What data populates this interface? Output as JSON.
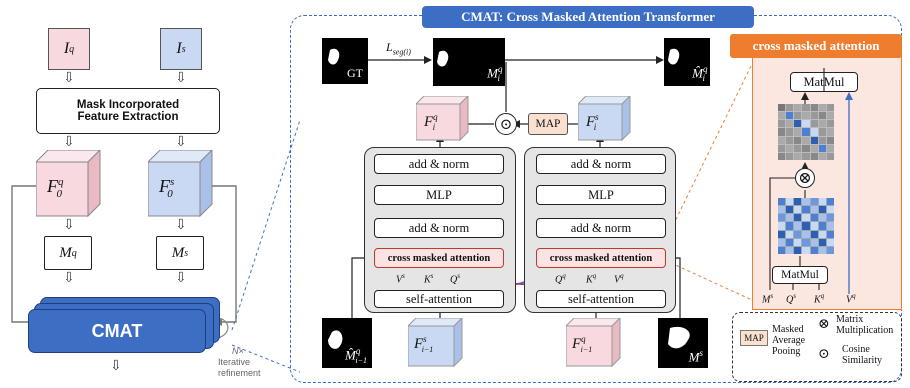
{
  "left": {
    "inputs": [
      {
        "label": "I",
        "sup": "q"
      },
      {
        "label": "I",
        "sup": "s"
      }
    ],
    "extraction": {
      "line1": "Mask Incorporated",
      "line2": "Feature Extraction"
    },
    "features": [
      {
        "label": "F",
        "sub": "0",
        "sup": "q"
      },
      {
        "label": "F",
        "sub": "0",
        "sup": "s"
      }
    ],
    "masks": [
      {
        "label": "M",
        "sup": "q"
      },
      {
        "label": "M",
        "sup": "s"
      }
    ],
    "cmat_label": "CMAT",
    "loop": {
      "count": "N×",
      "line1": "Iterative",
      "line2": "refinement"
    }
  },
  "cmat_panel": {
    "title": "CMAT: Cross Masked Attention Transformer",
    "gt_label": "GT",
    "loss_label": "L",
    "loss_sub": "seg(i)",
    "pred_mask": {
      "label": "M",
      "sub": "i",
      "sup": "q"
    },
    "refined_mask": {
      "label": "M̂",
      "sub": "i",
      "sup": "q"
    },
    "fiq": {
      "label": "F",
      "sub": "i",
      "sup": "q"
    },
    "fis": {
      "label": "F",
      "sub": "i",
      "sup": "s"
    },
    "map_label": "MAP",
    "dot_symbol": "⊙",
    "block_labels": {
      "add_norm": "add & norm",
      "mlp": "MLP",
      "cross": "cross masked attention",
      "self_attn": "self-attention"
    },
    "left_qkv": [
      "V",
      "K",
      "Q"
    ],
    "left_qkv_sup": [
      "s",
      "s",
      "s"
    ],
    "right_qkv": [
      "Q",
      "K",
      "V"
    ],
    "right_qkv_sup": [
      "q",
      "q",
      "q"
    ],
    "bottom": {
      "mask_prev": {
        "label": "M̂",
        "sub": "i−1",
        "sup": "q"
      },
      "fs_prev": {
        "label": "F",
        "sub": "i−1",
        "sup": "s"
      },
      "fq_prev": {
        "label": "F",
        "sub": "i−1",
        "sup": "q"
      },
      "ms": {
        "label": "M",
        "sup": "s"
      }
    }
  },
  "cma_panel": {
    "title": "cross masked attention",
    "matmul_top": "MatMul",
    "matmul_bottom": "MatMul",
    "otimes": "⊗",
    "inputs": [
      {
        "label": "M",
        "sup": "s"
      },
      {
        "label": "Q",
        "sup": "s"
      },
      {
        "label": "K",
        "sup": "q"
      },
      {
        "label": "V",
        "sup": "q"
      }
    ]
  },
  "legend": {
    "map_tag": "MAP",
    "map_text": [
      "Masked",
      "Average",
      "Pooing"
    ],
    "otimes": "⊗",
    "otimes_text": [
      "Matrix",
      "Multiplication"
    ],
    "odot": "⊙",
    "odot_text": [
      "Cosine",
      "Similarity"
    ]
  },
  "colors": {
    "pink": "#f8d9df",
    "blue": "#c9d9f4",
    "cmat_blue": "#3c6fc4",
    "orange": "#ee7d30"
  }
}
